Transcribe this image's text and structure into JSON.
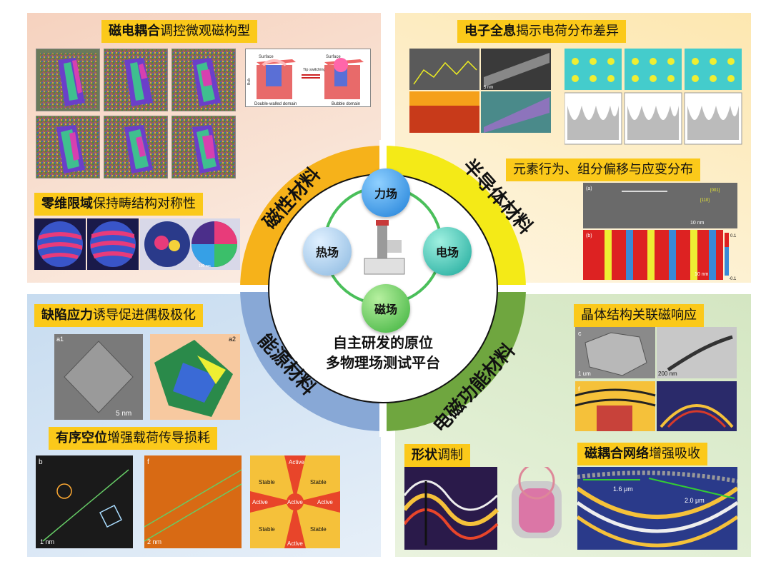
{
  "sections": {
    "top_left": {
      "tag1_bold": "磁电耦合",
      "tag1_rest": "调控微观磁构型",
      "tag2_bold": "零维限域",
      "tag2_rest": "保持畴结构对称性",
      "diagram_left_caption": "Double-walled domain",
      "diagram_right_caption": "Bubble domain",
      "diagram_arrow_label": "Tip switching",
      "diagram_surface": "Surface",
      "diagram_bulk": "Bulk",
      "sphere_scalebar": "100 nm"
    },
    "top_right": {
      "tag1_bold": "电子全息",
      "tag1_rest": "揭示电荷分布差异",
      "tag2": "元素行为、组分偏移与应变分布",
      "scalebar_a": "10 nm",
      "scalebar_b": "10 nm",
      "colorbar_max": "0.1",
      "colorbar_min": "-0.1",
      "direction_1": "[001]",
      "direction_2": "[110]",
      "panel_scale": "5 nm",
      "panel_a": "(a)",
      "panel_b": "(b)"
    },
    "bottom_left": {
      "tag1_bold": "缺陷应力",
      "tag1_rest": "诱导促进偶极极化",
      "tag2_bold": "有序空位",
      "tag2_rest": "增强载荷传导损耗",
      "scalebar_1": "5 nm",
      "scalebar_2": "1 nm",
      "scalebar_3": "2 nm",
      "panel_a1": "a1",
      "panel_a2": "a2",
      "panel_b": "b",
      "panel_f": "f",
      "schematic_stable": "Stable",
      "schematic_active": "Active"
    },
    "bottom_right": {
      "tag1": "晶体结构关联磁响应",
      "tag2_bold": "形状",
      "tag2_rest": "调制",
      "tag3_bold": "磁耦合网络",
      "tag3_rest": "增强吸收",
      "scalebar_1": "1 um",
      "scalebar_2": "200 nm",
      "panel_c": "c",
      "panel_f": "f",
      "length_1": "1.6 μm",
      "length_2": "2.0 μm"
    }
  },
  "ring": {
    "arc_top_left": "磁性材料",
    "arc_top_right": "半导体材料",
    "arc_bottom_left": "能源材料",
    "arc_bottom_right": "电磁功能材料",
    "colors": {
      "top_left": "#f6b21a",
      "top_right": "#f4ea17",
      "bottom_left": "#88a8d6",
      "bottom_right": "#6fa63f"
    }
  },
  "center": {
    "node_top": "力场",
    "node_right": "电场",
    "node_bottom": "磁场",
    "node_left": "热场",
    "title_line1": "自主研发的原位",
    "title_line2": "多物理场测试平台"
  }
}
